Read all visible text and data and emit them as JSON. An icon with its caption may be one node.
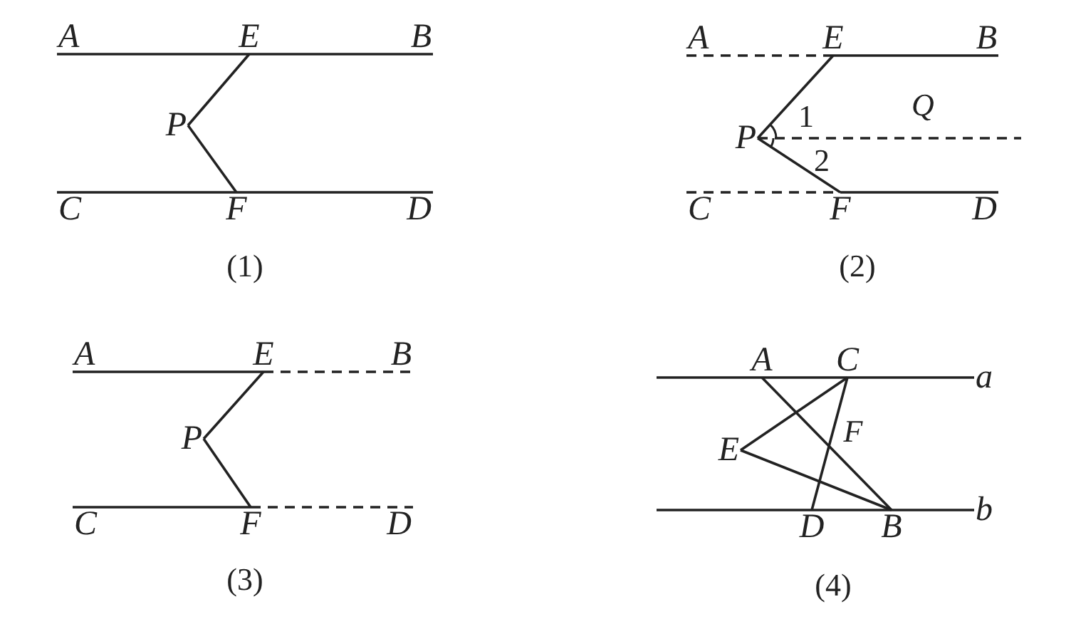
{
  "diagram": {
    "nodes": [
      {
        "text": [
          "A"
        ]
      },
      {
        "text": [
          "E"
        ]
      },
      {
        "text": [
          "B"
        ]
      },
      {
        "text": [
          "P"
        ]
      },
      {
        "text": [
          "C"
        ]
      },
      {
        "text": [
          "F"
        ]
      },
      {
        "text": [
          "D"
        ]
      },
      {
        "text": [
          "A"
        ]
      },
      {
        "text": [
          "E"
        ]
      },
      {
        "text": [
          "B"
        ]
      },
      {
        "text": [
          "P"
        ]
      },
      {
        "text": [
          "C"
        ]
      },
      {
        "text": [
          "F"
        ]
      },
      {
        "text": [
          "D"
        ]
      },
      {
        "text": [
          "A"
        ]
      },
      {
        "text": [
          "E"
        ]
      },
      {
        "text": [
          "B"
        ]
      },
      {
        "text": [
          "P"
        ]
      },
      {
        "text": [
          "C"
        ]
      },
      {
        "text": [
          "F"
        ]
      },
      {
        "text": [
          "D"
        ]
      },
      {
        "text": [
          "A"
        ]
      },
      {
        "text": [
          "C"
        ]
      },
      {
        "text": [
          "a"
        ]
      },
      {
        "text": [
          "E"
        ]
      },
      {
        "text": [
          "D"
        ]
      },
      {
        "text": [
          "B"
        ]
      },
      {
        "text": [
          "b"
        ]
      }
    ],
    "edges": [
      {
        "from": 0,
        "to": 1,
        "arrow": "none"
      },
      {
        "from": 1,
        "to": 2,
        "arrow": "none"
      },
      {
        "from": 4,
        "to": 5,
        "arrow": "none"
      },
      {
        "from": 5,
        "to": 6,
        "arrow": "none"
      },
      {
        "from": 1,
        "to": 3,
        "arrow": "none"
      },
      {
        "from": 3,
        "to": 5,
        "arrow": "none"
      },
      {
        "from": 7,
        "to": 8,
        "arrow": "none",
        "style": "dashed"
      },
      {
        "from": 8,
        "to": 9,
        "arrow": "none"
      },
      {
        "from": 11,
        "to": 12,
        "arrow": "none",
        "style": "dashed"
      },
      {
        "from": 12,
        "to": 13,
        "arrow": "none"
      },
      {
        "from": 8,
        "to": 10,
        "arrow": "none"
      },
      {
        "from": 10,
        "to": 12,
        "arrow": "none"
      },
      {
        "from": 10,
        "to": null,
        "arrow": "none",
        "style": "dashed"
      },
      {
        "from": 14,
        "to": 15,
        "arrow": "none"
      },
      {
        "from": 15,
        "to": 16,
        "arrow": "none",
        "style": "dashed"
      },
      {
        "from": 18,
        "to": 19,
        "arrow": "none"
      },
      {
        "from": 19,
        "to": 20,
        "arrow": "none",
        "style": "dashed"
      },
      {
        "from": 15,
        "to": 17,
        "arrow": "none"
      },
      {
        "from": 17,
        "to": 19,
        "arrow": "none"
      },
      {
        "from": 21,
        "to": 26,
        "arrow": "none"
      },
      {
        "from": 22,
        "to": 24,
        "arrow": "none"
      },
      {
        "from": 24,
        "to": 26,
        "arrow": "none"
      },
      {
        "from": 22,
        "to": 25,
        "arrow": "none"
      },
      {
        "from": null,
        "to": 23,
        "arrow": "none"
      },
      {
        "from": null,
        "to": 27,
        "arrow": "none"
      }
    ],
    "labels": [
      "(1)",
      "Q",
      "1",
      "2",
      "(2)",
      "(3)",
      "F",
      "(4)"
    ]
  }
}
